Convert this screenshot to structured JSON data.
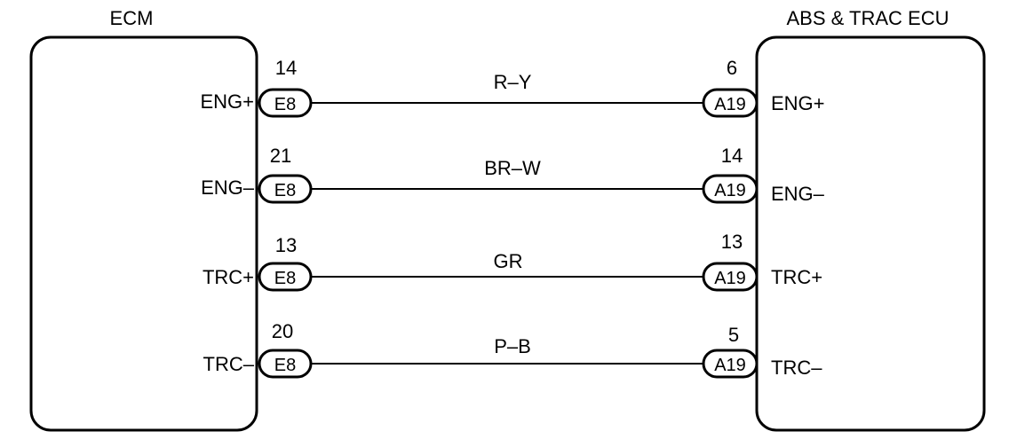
{
  "left_unit": {
    "title": "ECM",
    "connector": "E8",
    "terminals": [
      {
        "signal": "ENG+",
        "pin": "14"
      },
      {
        "signal": "ENG–",
        "pin": "21"
      },
      {
        "signal": "TRC+",
        "pin": "13"
      },
      {
        "signal": "TRC–",
        "pin": "20"
      }
    ]
  },
  "right_unit": {
    "title": "ABS & TRAC ECU",
    "connector": "A19",
    "terminals": [
      {
        "signal": "ENG+",
        "pin": "6"
      },
      {
        "signal": "ENG–",
        "pin": "14"
      },
      {
        "signal": "TRC+",
        "pin": "13"
      },
      {
        "signal": "TRC–",
        "pin": "5"
      }
    ]
  },
  "wires": [
    {
      "color_code": "R–Y"
    },
    {
      "color_code": "BR–W"
    },
    {
      "color_code": "GR"
    },
    {
      "color_code": "P–B"
    }
  ]
}
